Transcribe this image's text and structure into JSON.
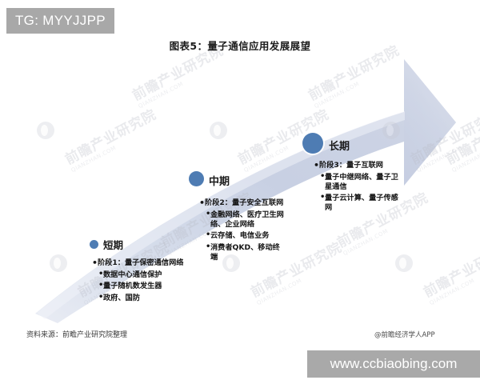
{
  "overlay": {
    "tg_tag": "TG: MYYJJPP",
    "site_tag": "www.ccbiaobing.com",
    "watermark_text": "前瞻产业研究院",
    "watermark_subtext": "QIANZHAN.COM"
  },
  "header": {
    "title": "图表5：量子通信应用发展展望"
  },
  "footer": {
    "source": "资料来源：前瞻产业研究院整理",
    "credit": "@前瞻经济学人APP"
  },
  "colors": {
    "dot": "#4e7cb3",
    "arrow_light": "#e4e8f2",
    "arrow_mid": "#ccd3e4",
    "arrow_dark": "#b9c2d8",
    "tag_gray": "#a8a8a8",
    "title_text": "#1c1c1c"
  },
  "chart_data": {
    "type": "diagram",
    "title": "图表5：量子通信应用发展展望",
    "shape": "upward curved arrow timeline",
    "axis_direction": "bottom-left to top-right (time / maturity increasing)",
    "stages": [
      {
        "id": "short",
        "name": "短期",
        "dot_size": "small",
        "items": [
          {
            "label": "阶段1：量子保密通信网络",
            "children": [
              "数据中心通信保护",
              "量子随机数发生器",
              "政府、国防"
            ]
          }
        ]
      },
      {
        "id": "mid",
        "name": "中期",
        "dot_size": "medium",
        "items": [
          {
            "label": "阶段2：量子安全互联网",
            "children": [
              "金融网络、医疗卫生网络、企业网络",
              "云存储、电信业务",
              "消费者QKD、移动终端"
            ]
          }
        ]
      },
      {
        "id": "long",
        "name": "长期",
        "dot_size": "large",
        "items": [
          {
            "label": "阶段3：量子互联网",
            "children": [
              "量子中继网络、量子卫星通信",
              "量子云计算、量子传感网"
            ]
          }
        ]
      }
    ]
  }
}
